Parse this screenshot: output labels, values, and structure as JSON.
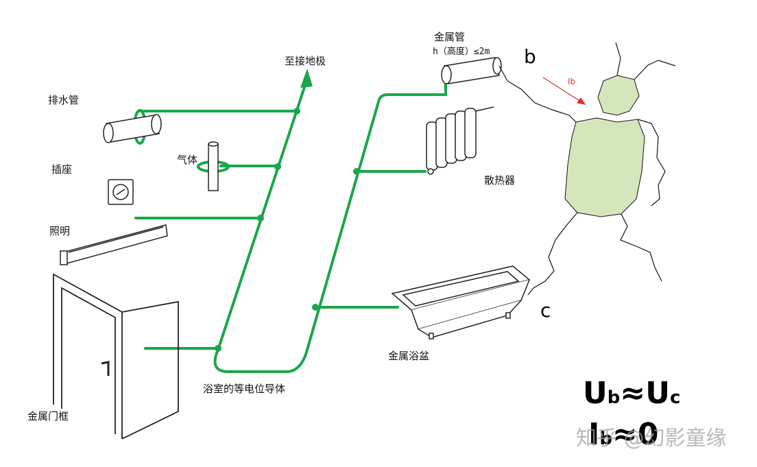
{
  "labels": {
    "ground": "至接地极",
    "drain": "排水管",
    "socket": "插座",
    "gas": "气体",
    "lighting": "照明",
    "door": "金属门框",
    "conductor": "浴室的等电位导体",
    "metal_pipe": "金属管",
    "pipe_height": "h（高度）≤2m",
    "radiator": "散热器",
    "bathtub": "金属浴盆",
    "point_b": "b",
    "point_c": "c",
    "current": "Ib"
  },
  "formulas": {
    "u_main": "U",
    "u_sub_b": "b",
    "approx": "≈",
    "u_sub_c": "c",
    "i_main": "I",
    "i_sub": "b",
    "i_rhs": "≈0"
  },
  "watermark": "知乎 @幻影童缘",
  "colors": {
    "conductor": "#1aa64a",
    "person": "#d5e6bc",
    "current_arrow": "#e03030"
  }
}
